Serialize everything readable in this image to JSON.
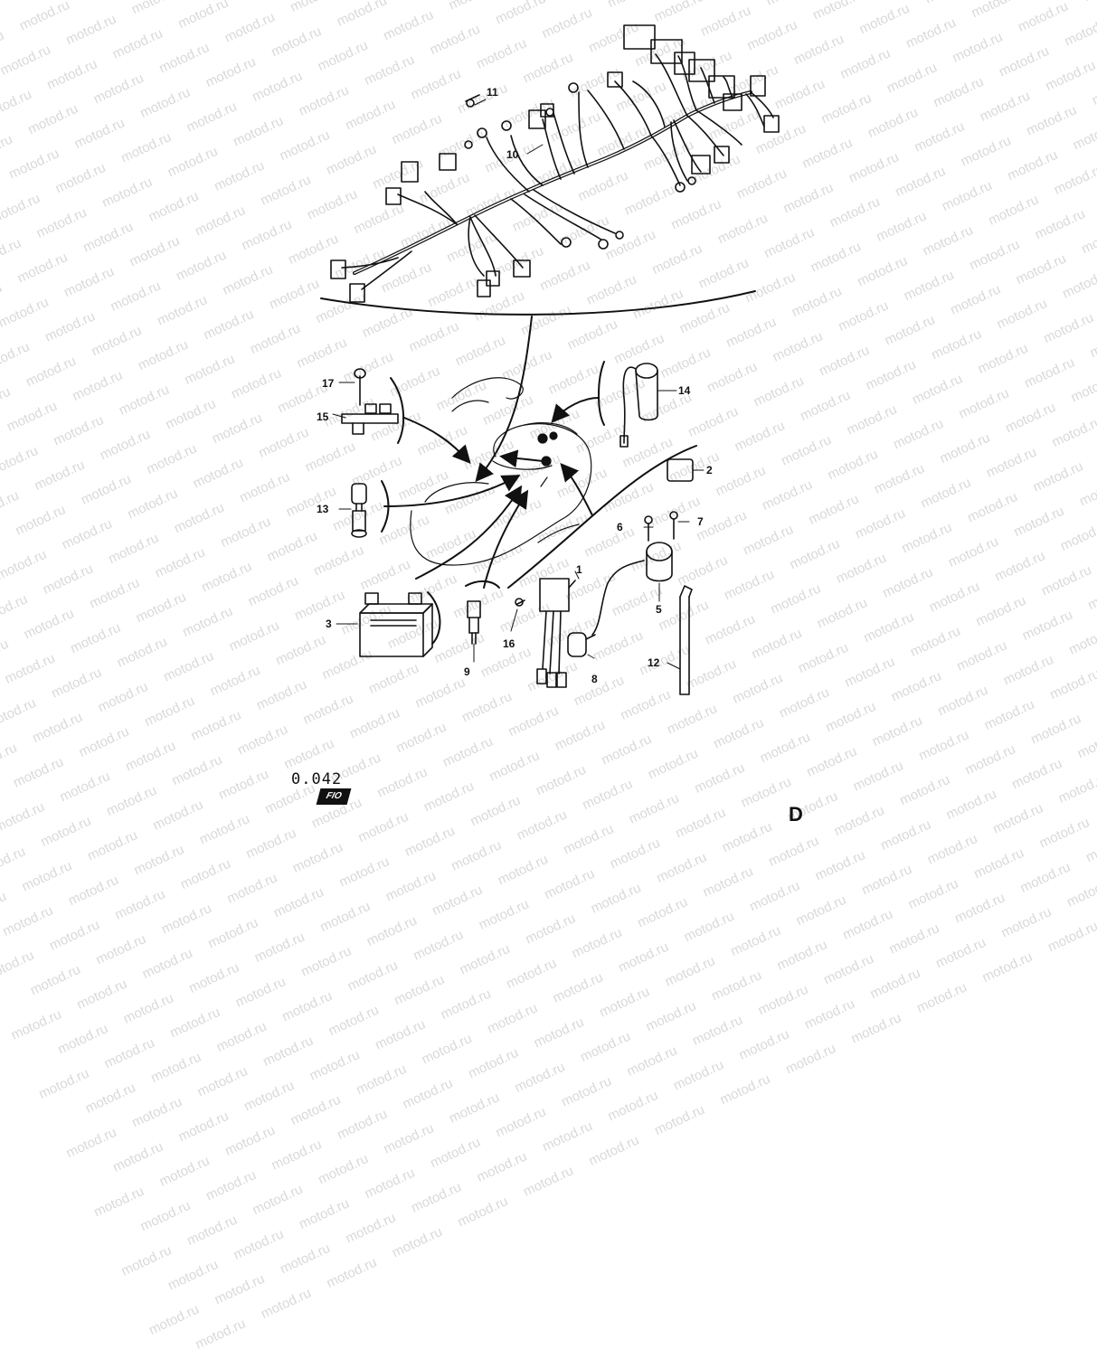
{
  "watermark": "motod.ru",
  "figure_code": "0.042",
  "figure_badge": "FIO",
  "corner_mark": "D",
  "callouts": {
    "p1": "1",
    "p2": "2",
    "p3": "3",
    "p5": "5",
    "p6": "6",
    "p7": "7",
    "p8": "8",
    "p9": "9",
    "p10": "10",
    "p11": "11",
    "p12": "12",
    "p13": "13",
    "p14": "14",
    "p15": "15",
    "p16": "16",
    "p17": "17"
  },
  "colors": {
    "ink": "#111111",
    "watermark": "#d9d9d9",
    "background": "#ffffff"
  }
}
